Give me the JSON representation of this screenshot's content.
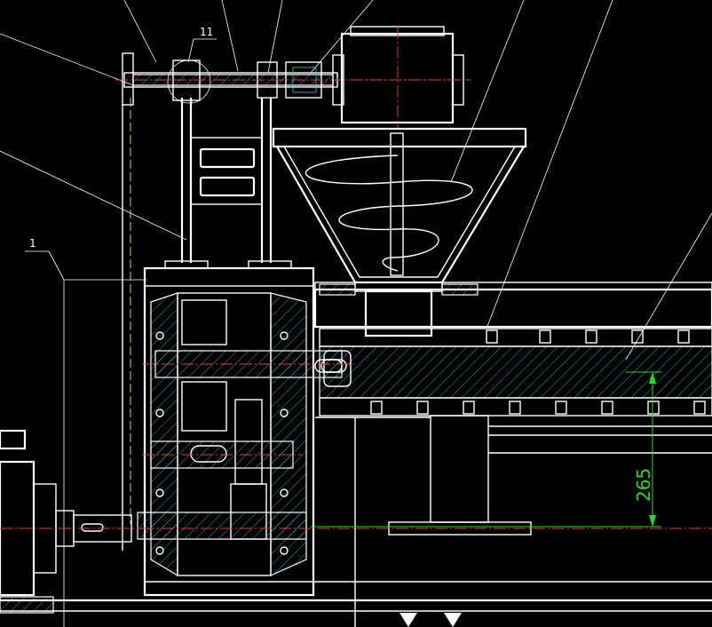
{
  "drawing": {
    "callouts": {
      "balloon_11": "11",
      "balloon_1": "1"
    },
    "dimension": {
      "value": "265"
    },
    "colors": {
      "background": "#000000",
      "outline": "#ffffff",
      "hatch": "#22d3d3",
      "centerline": "#ff3030",
      "dimension": "#20e020",
      "hidden_line": "#e8e85a"
    }
  }
}
